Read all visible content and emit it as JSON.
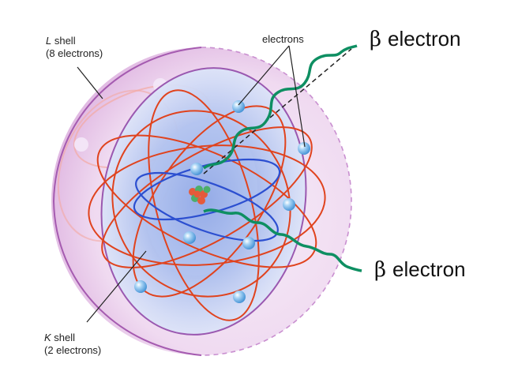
{
  "labels": {
    "l_shell_name": "L",
    "l_shell_word": " shell",
    "l_shell_count": "(8 electrons)",
    "k_shell_name": "K",
    "k_shell_word": " shell",
    "k_shell_count": "(2 electrons)",
    "electrons": "electrons"
  },
  "beta_top": {
    "symbol": "β",
    "text": "electron"
  },
  "beta_bottom": {
    "symbol": "β",
    "text": "electron"
  },
  "colors": {
    "outer_shell": "#e9c9ea",
    "inner_shell": "#b9c9f0",
    "orbit_red": "#e0431e",
    "orbit_blue": "#2c4fd0",
    "beta_path": "#0e8f62",
    "electron": "#6fb1e6"
  }
}
